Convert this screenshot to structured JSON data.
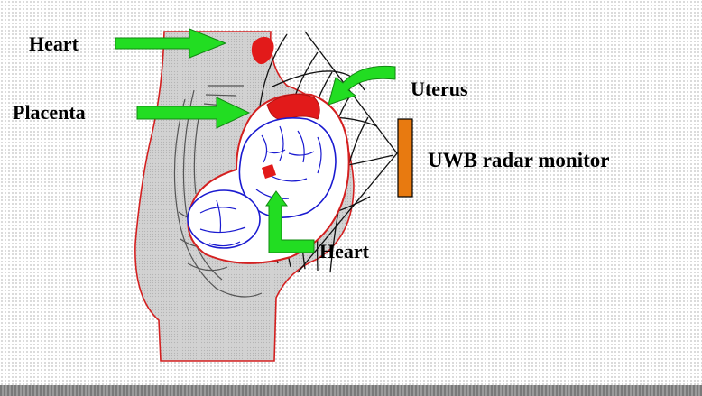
{
  "labels": {
    "heart_mother": "Heart",
    "placenta": "Placenta",
    "uterus": "Uterus",
    "monitor": "UWB radar monitor",
    "heart_fetus": "Heart"
  },
  "colors": {
    "arrow": "#22dd22",
    "outline": "#d42020",
    "body_fill": "#d0d0d0",
    "fetus_outline": "#1a1ad0",
    "monitor": "#e87a10",
    "heart": "#e21a1a"
  },
  "icons": {
    "arrows": "green-block-arrow",
    "monitor": "radar-monitor-bar"
  }
}
